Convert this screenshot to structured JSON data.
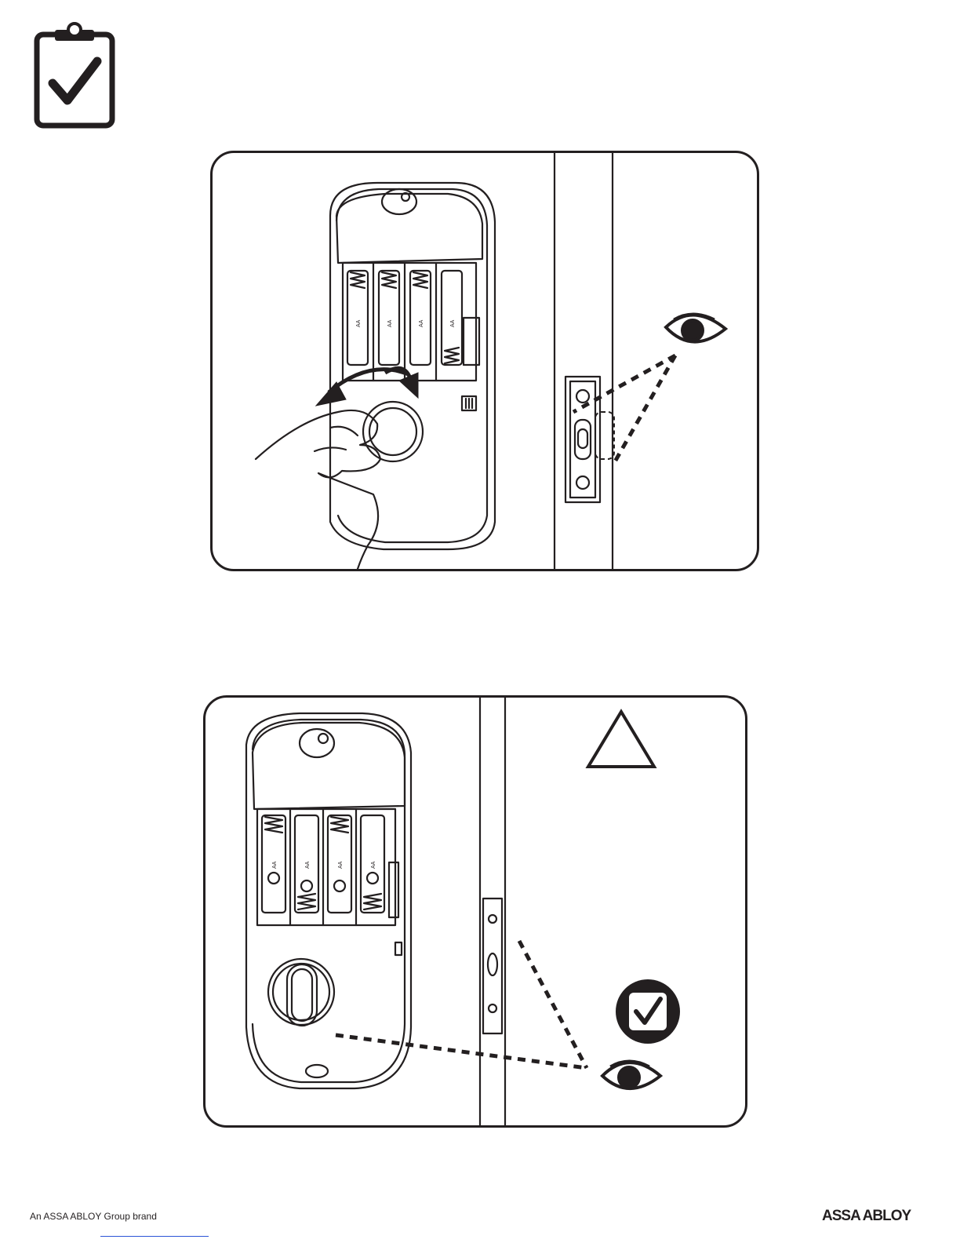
{
  "footer": {
    "brand_text": "An ASSA ABLOY Group brand",
    "logo_text": "ASSA ABLOY"
  },
  "battery_label": "AA",
  "icons": {
    "clipboard": "clipboard-check-icon",
    "eye": "eye-icon",
    "warning": "warning-triangle-icon",
    "check": "checkbox-check-icon",
    "rotate": "rotate-arrows-icon"
  },
  "colors": {
    "ink": "#231f20",
    "link_underline": "#2b54d6"
  }
}
